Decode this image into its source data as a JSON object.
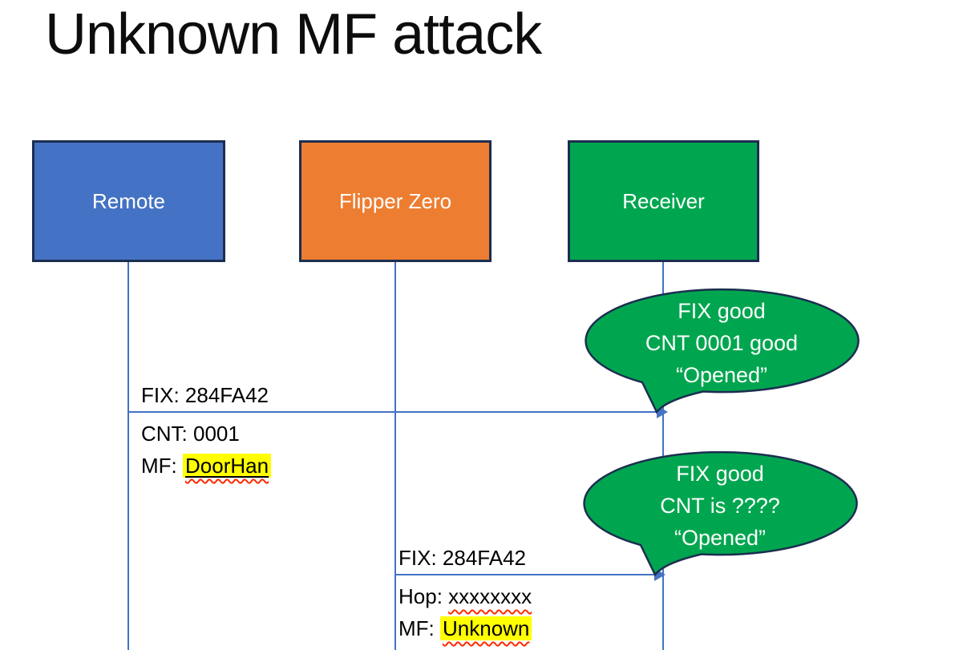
{
  "title": "Unknown MF attack",
  "actors": [
    {
      "label": "Remote",
      "fill": "#4472C4"
    },
    {
      "label": "Flipper Zero",
      "fill": "#ED7D31"
    },
    {
      "label": "Receiver",
      "fill": "#00A64F"
    }
  ],
  "messages": [
    {
      "from": "Remote",
      "to": "Receiver",
      "fix": "FIX: 284FA42",
      "cnt": "CNT: 0001",
      "mf_prefix": "MF: ",
      "mf_value": "DoorHan"
    },
    {
      "from": "Flipper Zero",
      "to": "Receiver",
      "fix": "FIX: 284FA42",
      "hop_prefix": "Hop: ",
      "hop_value": "xxxxxxxx",
      "mf_prefix": "MF: ",
      "mf_value": "Unknown"
    }
  ],
  "callouts": [
    {
      "line1": "FIX good",
      "line2": "CNT 0001 good",
      "line3": "“Opened”"
    },
    {
      "line1": "FIX good",
      "line2": "CNT is ????",
      "line3": "“Opened”"
    }
  ],
  "colors": {
    "remote_fill": "#4472C4",
    "flipper_fill": "#ED7D31",
    "receiver_fill": "#00A64F",
    "shape_border": "#1C2E4F",
    "connector_blue": "#4472C4",
    "bubble_fill": "#00A64F",
    "highlight_yellow": "#FFFF00",
    "squiggle_red": "#FF2B00",
    "text_white": "#FFFFFF",
    "text_black": "#000000"
  }
}
